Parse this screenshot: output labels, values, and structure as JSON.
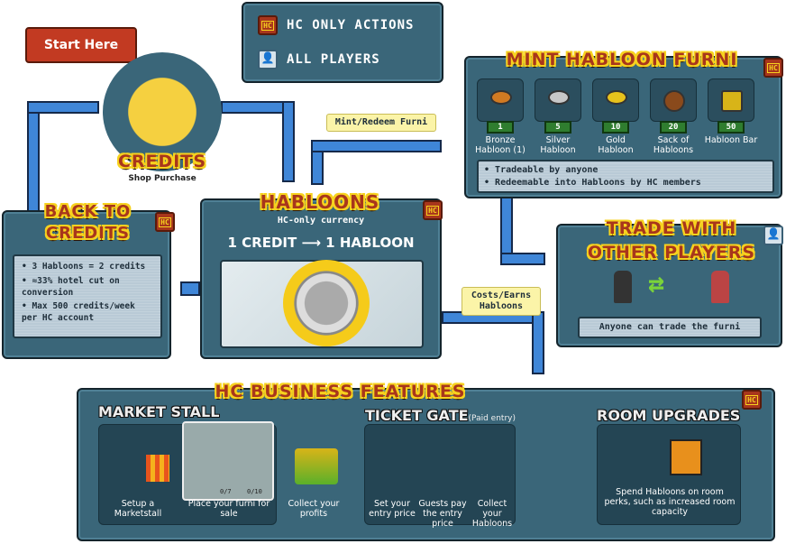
{
  "start": {
    "label": "Start Here"
  },
  "credits": {
    "title": "Credits",
    "subtitle": "Shop Purchase"
  },
  "legend": {
    "items": [
      {
        "icon": "hc-icon",
        "label": "HC ONLY ACTIONS"
      },
      {
        "icon": "person-icon",
        "label": "ALL PLAYERS"
      }
    ]
  },
  "flow_labels": {
    "mint": "Mint/Redeem Furni",
    "costs": "Costs/Earns Habloons"
  },
  "mint": {
    "title": "Mint Habloon Furni",
    "items": [
      {
        "price": "1",
        "name": "Bronze Habloon (1)",
        "color": "#d17a22"
      },
      {
        "price": "5",
        "name": "Silver Habloon",
        "color": "#c8c8c8"
      },
      {
        "price": "10",
        "name": "Gold Habloon",
        "color": "#e8c21c"
      },
      {
        "price": "20",
        "name": "Sack of Habloons",
        "color": "#8a4a1c"
      },
      {
        "price": "50",
        "name": "Habloon Bar",
        "color": "#d8b418"
      }
    ],
    "notes": [
      "Tradeable by anyone",
      "Redeemable into Habloons by HC members"
    ]
  },
  "habloons": {
    "title": "Habloons",
    "subtitle": "HC-only currency",
    "conversion_left": "1 CREDIT",
    "conversion_right": "1 HABLOON"
  },
  "back": {
    "title_line1": "Back to",
    "title_line2": "Credits",
    "notes": [
      "3 Habloons = 2 credits",
      "≈33% hotel cut on conversion",
      "Max 500 credits/week per HC account"
    ]
  },
  "trade": {
    "title_line1": "Trade with",
    "title_line2": "Other Players",
    "caption": "Anyone can trade the furni"
  },
  "business": {
    "title": "HC Business Features",
    "market": {
      "heading": "MARKET STALL",
      "steps": [
        "Setup a Marketstall",
        "Place your furni for sale",
        "Collect your profits"
      ],
      "slots": [
        "0/7",
        "0/10"
      ]
    },
    "ticket": {
      "heading": "TICKET GATE",
      "note": "(Paid entry)",
      "steps": [
        "Set your entry price",
        "Guests pay the entry price",
        "Collect your Habloons"
      ]
    },
    "room": {
      "heading": "ROOM UPGRADES",
      "text": "Spend Habloons on room perks, such as increased room capacity"
    }
  },
  "colors": {
    "panel": "#3a6679",
    "title": "#a8361c",
    "accent": "#3f86d8"
  }
}
